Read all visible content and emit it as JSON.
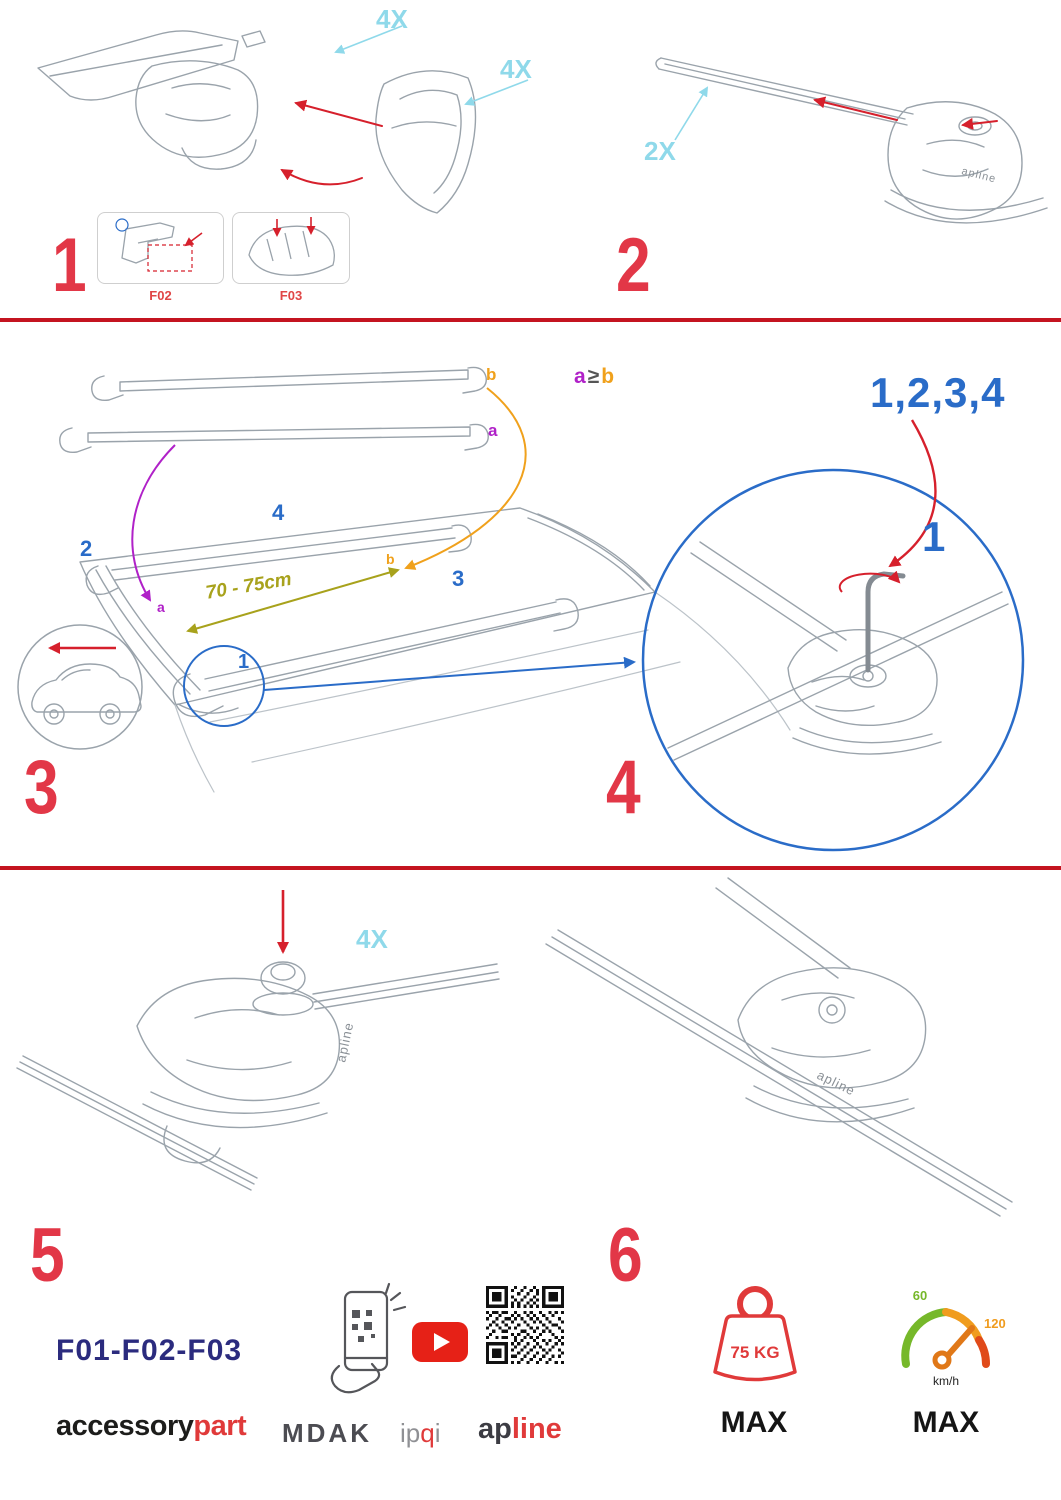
{
  "palette": {
    "step_red": "#e23747",
    "arrow_red": "#d6202c",
    "cyan": "#8fd9ea",
    "blue": "#2a6cc8",
    "purple": "#b021c8",
    "orange": "#f0a11c",
    "olive": "#a8a21c",
    "navy": "#2b2b7e",
    "brand_red": "#e03a3a",
    "youtube_red": "#e62117",
    "gauge_green": "#76b82a",
    "gauge_orange": "#f09c1e"
  },
  "product": {
    "logo": "apline"
  },
  "step1": {
    "number": "1",
    "qty_top": "4X",
    "qty_side": "4X",
    "part_left": "F02",
    "part_right": "F03"
  },
  "step2": {
    "number": "2",
    "qty": "2X"
  },
  "step3": {
    "number": "3",
    "legend_a": "a",
    "legend_op": "≥",
    "legend_b": "b",
    "bar_a_label": "a",
    "bar_b_label": "b",
    "roof_a_label": "a",
    "roof_b_label": "b",
    "order_1": "1",
    "order_2": "2",
    "order_3": "3",
    "order_4": "4",
    "distance": "70 - 75cm"
  },
  "step4": {
    "number": "4",
    "sequence": "1,2,3,4",
    "first": "1"
  },
  "step5": {
    "number": "5",
    "qty": "4X"
  },
  "step6": {
    "number": "6"
  },
  "footer": {
    "codes": "F01-F02-F03",
    "brand_accessory": "accessory",
    "brand_part": "part",
    "brand_mdak": "MDAK",
    "brand_ip": "ip",
    "brand_q": "q",
    "brand_i": "i",
    "brand_ap": "ap",
    "brand_line": "line"
  },
  "limits": {
    "weight": "75 KG",
    "weight_max": "MAX",
    "speed_low": "60",
    "speed_high": "120",
    "speed_unit": "km/h",
    "speed_max": "MAX"
  }
}
